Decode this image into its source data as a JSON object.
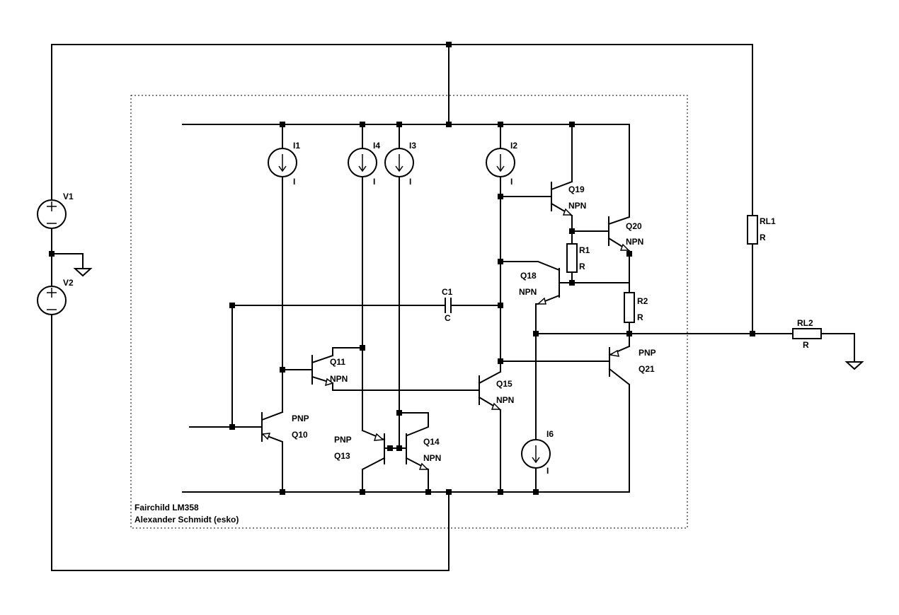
{
  "schematic": {
    "title": "Fairchild LM358",
    "author": "Alexander Schmidt (esko)",
    "sources": {
      "v1": {
        "name": "V1"
      },
      "v2": {
        "name": "V2"
      },
      "i1": {
        "name": "I1",
        "value": "I"
      },
      "i2": {
        "name": "I2",
        "value": "I"
      },
      "i3": {
        "name": "I3",
        "value": "I"
      },
      "i4": {
        "name": "I4",
        "value": "I"
      },
      "i6": {
        "name": "I6",
        "value": "I"
      }
    },
    "transistors": {
      "q10": {
        "name": "Q10",
        "type": "PNP"
      },
      "q11": {
        "name": "Q11",
        "type": "NPN"
      },
      "q13": {
        "name": "Q13",
        "type": "PNP"
      },
      "q14": {
        "name": "Q14",
        "type": "NPN"
      },
      "q15": {
        "name": "Q15",
        "type": "NPN"
      },
      "q18": {
        "name": "Q18",
        "type": "NPN"
      },
      "q19": {
        "name": "Q19",
        "type": "NPN"
      },
      "q20": {
        "name": "Q20",
        "type": "NPN"
      },
      "q21": {
        "name": "Q21",
        "type": "PNP"
      }
    },
    "passives": {
      "r1": {
        "name": "R1",
        "value": "R"
      },
      "r2": {
        "name": "R2",
        "value": "R"
      },
      "rl1": {
        "name": "RL1",
        "value": "R"
      },
      "rl2": {
        "name": "RL2",
        "value": "R"
      },
      "c1": {
        "name": "C1",
        "value": "C"
      }
    }
  }
}
